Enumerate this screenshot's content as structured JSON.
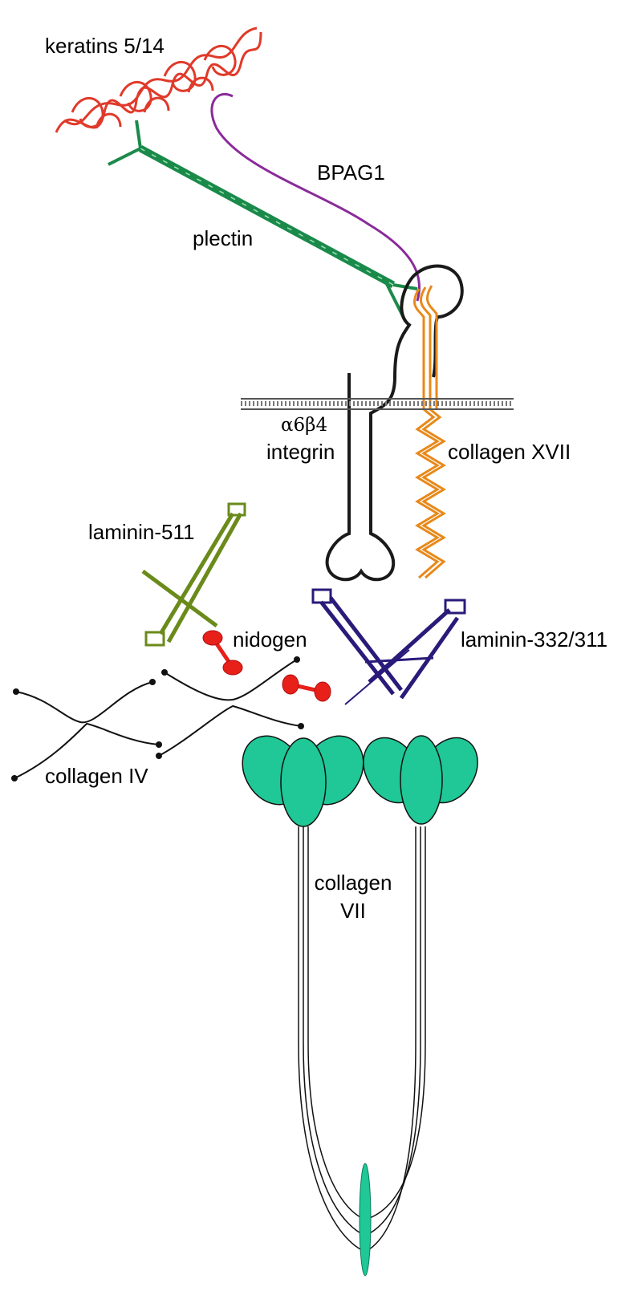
{
  "labels": {
    "keratins": "keratins 5/14",
    "bpag1": "BPAG1",
    "plectin": "plectin",
    "integrin_greek": "α6β4",
    "integrin": "integrin",
    "collagen_xvii": "collagen XVII",
    "laminin_511": "laminin-511",
    "nidogen": "nidogen",
    "laminin_332": "laminin-332/311",
    "collagen_iv": "collagen IV",
    "collagen_vii_line1": "collagen",
    "collagen_vii_line2": "VII"
  },
  "colors": {
    "keratins": "#e03a2a",
    "plectin": "#1a8a4a",
    "bpag1": "#8a2a9a",
    "integrin": "#1a1a1a",
    "collagen_xvii": "#e8891a",
    "membrane": "#555555",
    "laminin_511": "#6a8a1a",
    "nidogen": "#e8201a",
    "laminin_332": "#2a1a7a",
    "collagen_iv": "#111111",
    "collagen_vii_head": "#1fc896"
  }
}
